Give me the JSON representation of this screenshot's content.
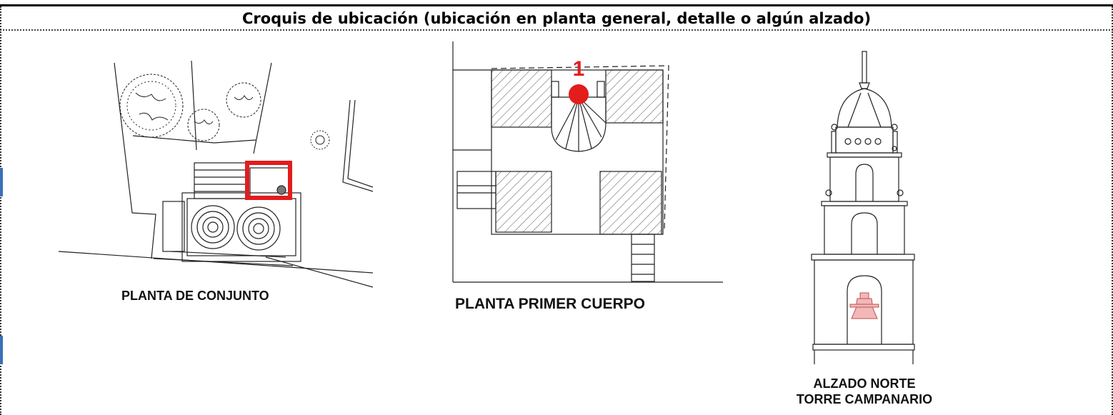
{
  "header": {
    "title": "Croquis de ubicación (ubicación en planta general, detalle o algún alzado)"
  },
  "drawings": {
    "site_plan": {
      "caption": "PLANTA DE CONJUNTO"
    },
    "first_level_plan": {
      "caption": "PLANTA PRIMER CUERPO",
      "marker_label": "1"
    },
    "north_elevation": {
      "caption_line1": "ALZADO NORTE",
      "caption_line2": "TORRE CAMPANARIO"
    }
  },
  "colors": {
    "highlight_red": "#e31c1c",
    "bell_fill": "#f2b8b8",
    "line": "#222222",
    "hatch": "#555555"
  }
}
